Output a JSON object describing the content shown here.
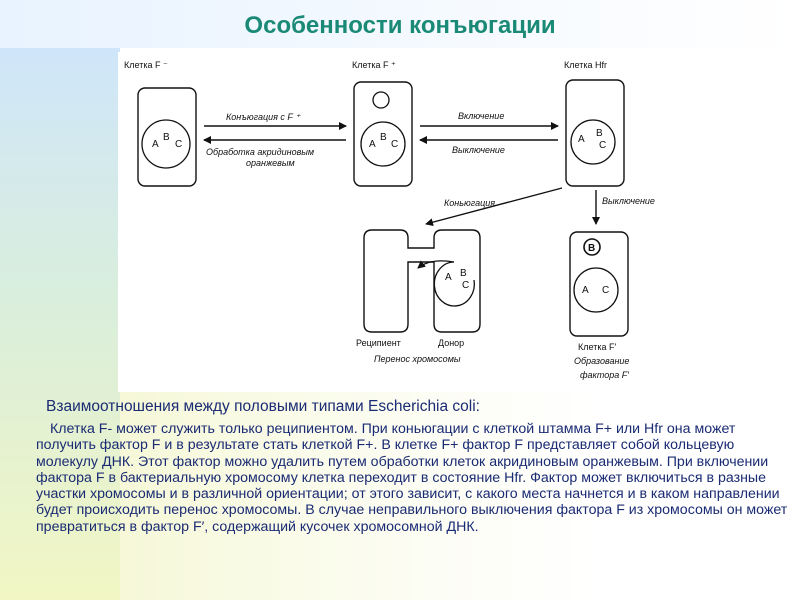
{
  "slide": {
    "title": "Особенности конъюгации",
    "subtitle": "Взаимоотношения между половыми типами Escherichia coli:",
    "body": "Клетка F- может служить только реципиентом. При коньюгации с клеткой штамма F+ или Hfr она может получить фактор F и в результате стать клеткой F+. В клетке F+ фактор F представляет собой кольцевую молекулу ДНК. Этот фактор можно удалить путем обработки клеток акридиновым оранжевым. При включении фактора F в бактериальную хромосому клетка переходит в состояние Hfr. Фактор может включиться в разные участки хромосомы и в различной ориентации; от этого зависит, с какого места начнется и в каком направлении будет происходить перенос хромосомы. В случае неправильного выключения фактора F из хромосомы он может превратиться в фактор F′, содержащий кусочек хромосомной ДНК."
  },
  "diagram": {
    "cell_f_minus": "Клетка F ⁻",
    "cell_f_plus": "Клетка F ⁺",
    "cell_hfr": "Клетка Hfr",
    "cell_f_prime": "Клетка F′",
    "arrow_conjugation_f_plus": "Конъюгация с F ⁺",
    "arrow_acridine_1": "Обработка акридиновым",
    "arrow_acridine_2": "оранжевым",
    "arrow_insertion": "Включение",
    "arrow_excision": "Выключение",
    "arrow_conjugation": "Коньюгация",
    "arrow_excision_down": "Выключение",
    "recipient": "Реципиент",
    "donor": "Донор",
    "transfer_caption": "Перенос хромосомы",
    "fprime_caption_1": "Образование",
    "fprime_caption_2": "фактора F′",
    "gene_a": "A",
    "gene_b": "B",
    "gene_c": "C"
  }
}
